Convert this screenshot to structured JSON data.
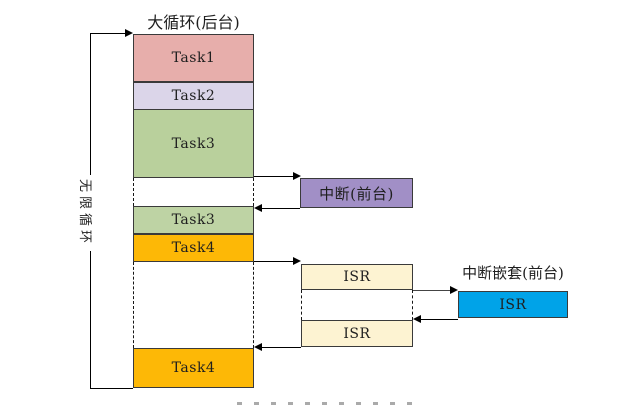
{
  "diagram": {
    "title": "大循环(后台)",
    "loop_label": "无限循环",
    "nested_label": "中断嵌套(前台)",
    "stack": {
      "blocks": [
        {
          "label": "Task1",
          "color": "#e7aeab"
        },
        {
          "label": "Task2",
          "color": "#dbd5e9"
        },
        {
          "label": "Task3",
          "color": "#b9d09c"
        },
        {
          "label": "Task3",
          "color": "#bed3a4"
        },
        {
          "label": "Task4",
          "color": "#fdb806"
        },
        {
          "label": "Task4",
          "color": "#fdb806"
        }
      ]
    },
    "interrupt_box": {
      "label": "中断(前台)",
      "color": "#a18fc6"
    },
    "isr_boxes": [
      {
        "label": "ISR",
        "color": "#fdf3d2"
      },
      {
        "label": "ISR",
        "color": "#fdf3d2"
      }
    ],
    "nested_isr_box": {
      "label": "ISR",
      "color": "#00a3e8"
    },
    "colors": {
      "border": "#3a3a3a",
      "line": "#000000",
      "background": "#ffffff"
    }
  }
}
